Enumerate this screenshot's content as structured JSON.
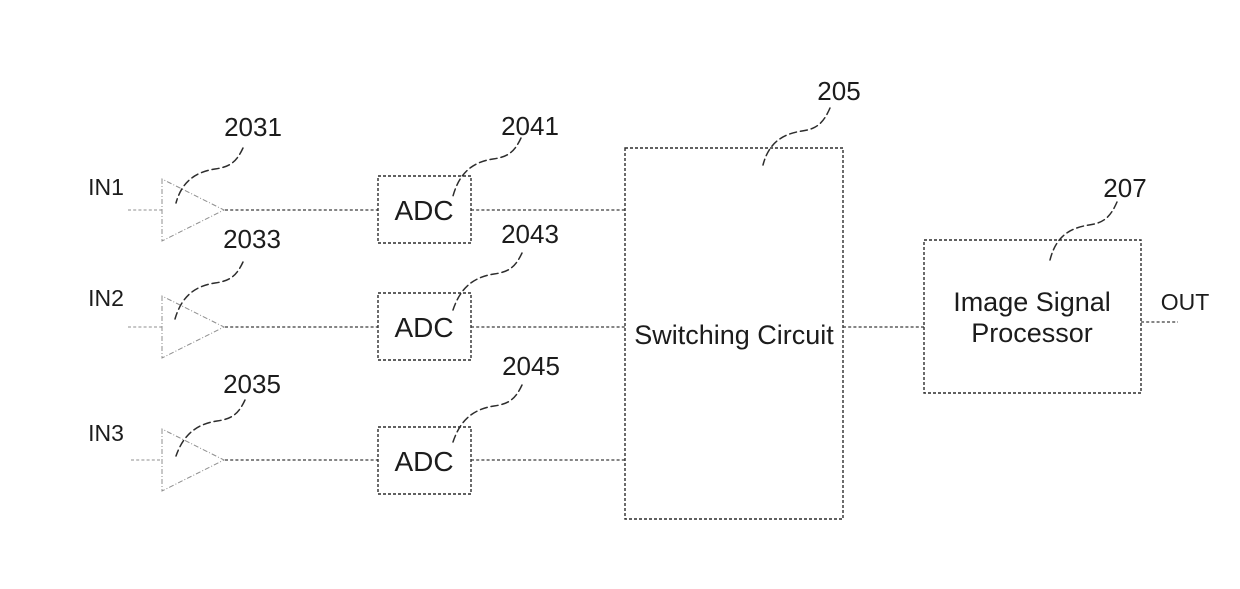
{
  "figure": {
    "background": "#ffffff",
    "ink_color": "#1c1c1c",
    "wire_color": "#3c3c3c",
    "light_line_color": "#8f8f8f",
    "channels": [
      {
        "input_label": "IN1",
        "amp_ref": "2031",
        "adc_label": "ADC",
        "adc_ref": "2041"
      },
      {
        "input_label": "IN2",
        "amp_ref": "2033",
        "adc_label": "ADC",
        "adc_ref": "2043"
      },
      {
        "input_label": "IN3",
        "amp_ref": "2035",
        "adc_label": "ADC",
        "adc_ref": "2045"
      }
    ],
    "switching_circuit": {
      "label": "Switching Circuit",
      "ref": "205"
    },
    "image_signal_processor": {
      "label_line1": "Image Signal",
      "label_line2": "Processor",
      "ref": "207"
    },
    "output_label": "OUT"
  }
}
